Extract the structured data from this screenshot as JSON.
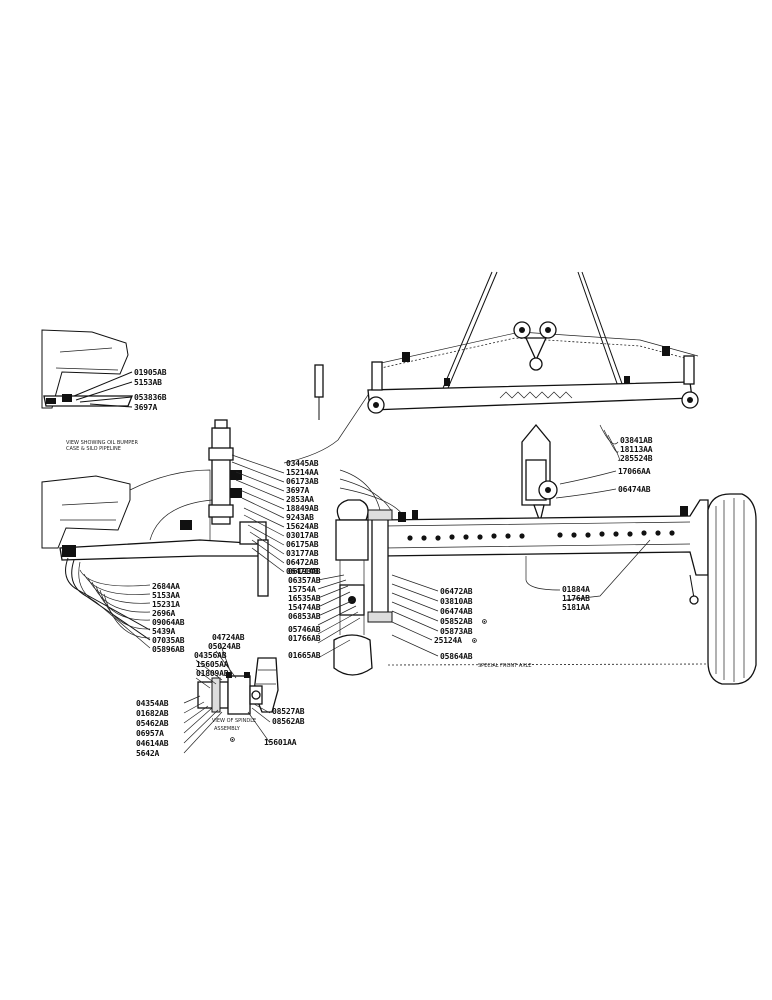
{
  "inset_top": {
    "labels": [
      "01905AB",
      "5153AB",
      "053836B",
      "3697A"
    ],
    "caption": [
      "VIEW SHOWING OIL BUMPER",
      "CASE & SILO PIPELINE"
    ]
  },
  "steering_block": {
    "labels": [
      "03445AB",
      "15214AA",
      "06173AB",
      "3697A",
      "2853AA",
      "18849AB",
      "9243AB",
      "15624AB",
      "03017AB",
      "06175AB",
      "03177AB",
      "06472AB",
      "06471AB"
    ]
  },
  "linkage": {
    "labels": [
      "03841AB",
      "18113AA",
      "285524B",
      "17066AA",
      "06474AB"
    ]
  },
  "left_side": {
    "labels": [
      "2684AA",
      "5153AA",
      "15231A",
      "2696A",
      "09064AB",
      "5439A",
      "07035AB",
      "05896AB"
    ]
  },
  "spindle": {
    "labels": [
      "06193AB",
      "06357AB",
      "15754A",
      "16535AB",
      "15474AB",
      "06853AB",
      "05746AB",
      "01766AB",
      "01665AB"
    ]
  },
  "axle_center": {
    "labels": [
      "06472AB",
      "03810AB",
      "06474AB",
      "05852AB",
      "05873AB",
      "25124A",
      "05864AB"
    ],
    "marks": [
      "⊙",
      "⊙"
    ]
  },
  "axle_right": {
    "labels": [
      "01884A",
      "1176AB",
      "5181AA"
    ],
    "caption": "SPECIAL FRONT AXLE"
  },
  "hub": {
    "labels": [
      "04724AB",
      "05024AB",
      "04356AB",
      "15605AA",
      "01809AB",
      "04354AB",
      "01682AB",
      "05462AB",
      "06957A",
      "04614AB",
      "5642A",
      "08527AB",
      "08562AB",
      "15601AA"
    ],
    "caption": [
      "VIEW OF SPINDLE",
      "ASSEMBLY"
    ],
    "mark": "⊙"
  }
}
